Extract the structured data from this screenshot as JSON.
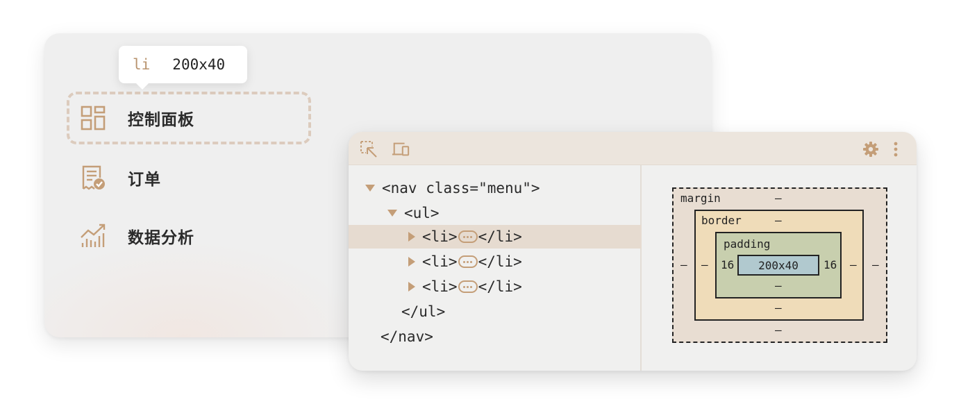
{
  "tooltip": {
    "tag": "li",
    "size": "200x40"
  },
  "menu": {
    "items": [
      {
        "label": "控制面板",
        "icon": "dashboard-grid-icon",
        "selected": true
      },
      {
        "label": "订单",
        "icon": "order-receipt-icon",
        "selected": false
      },
      {
        "label": "数据分析",
        "icon": "analytics-chart-icon",
        "selected": false
      }
    ]
  },
  "devtools": {
    "toolbar": {
      "left_icons": [
        "element-picker-icon",
        "device-toggle-icon"
      ],
      "right_icons": [
        "gear-icon",
        "more-vertical-icon"
      ]
    },
    "dom": [
      {
        "text": "<nav class=\"menu\">",
        "toggle": "expanded"
      },
      {
        "text": "<ul>",
        "toggle": "expanded"
      },
      {
        "open": "<li>",
        "close": "</li>",
        "toggle": "collapsed",
        "selected": true
      },
      {
        "open": "<li>",
        "close": "</li>",
        "toggle": "collapsed",
        "selected": false
      },
      {
        "open": "<li>",
        "close": "</li>",
        "toggle": "collapsed",
        "selected": false
      },
      {
        "text": "</ul>",
        "toggle": "none"
      },
      {
        "text": "</nav>",
        "toggle": "none"
      }
    ],
    "box_model": {
      "margin": {
        "label": "margin",
        "top": "–",
        "right": "–",
        "bottom": "–",
        "left": "–"
      },
      "border": {
        "label": "border",
        "top": "–",
        "right": "–",
        "bottom": "–",
        "left": "–"
      },
      "padding": {
        "label": "padding",
        "top": "",
        "right": "16",
        "bottom": "–",
        "left": "16"
      },
      "content": "200x40"
    }
  },
  "colors": {
    "accent": "#c49e78",
    "selected_row": "#e6dbd0",
    "margin_box": "#e8ddd2",
    "border_box": "#efdcb9",
    "padding_box": "#c8cfae",
    "content_box": "#b1c9cf"
  }
}
